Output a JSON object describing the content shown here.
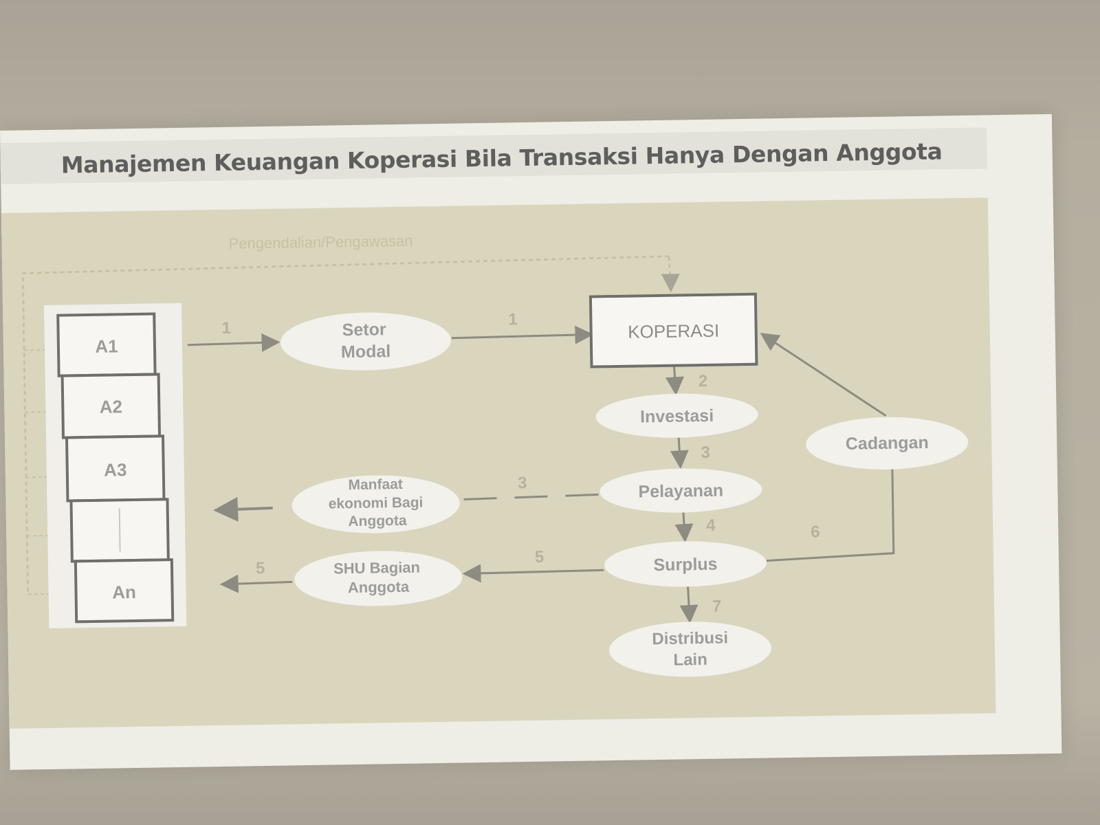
{
  "title": "Manajemen Keuangan Koperasi Bila Transaksi Hanya Dengan Anggota",
  "control_label": "Pengendalian/Pengawasan",
  "members": [
    "A1",
    "A2",
    "A3",
    "",
    "An"
  ],
  "nodes": {
    "koperasi": "KOPERASI",
    "setor_modal": [
      "Setor",
      "Modal"
    ],
    "investasi": "Investasi",
    "pelayanan": "Pelayanan",
    "surplus": "Surplus",
    "cadangan": "Cadangan",
    "distribusi_lain": [
      "Distribusi",
      "Lain"
    ],
    "manfaat": [
      "Manfaat",
      "ekonomi Bagi",
      "Anggota"
    ],
    "shu": [
      "SHU Bagian",
      "Anggota"
    ]
  },
  "step_numbers": {
    "members_to_setor": "1",
    "setor_to_koperasi": "1",
    "koperasi_to_investasi": "2",
    "investasi_to_pelayanan": "3",
    "pelayanan_to_manfaat": "3",
    "pelayanan_to_surplus": "4",
    "surplus_to_shu": "5",
    "shu_to_members": "5",
    "surplus_to_cadangan": "6",
    "surplus_to_distribusi": "7"
  },
  "colors": {
    "panel": "#d9d6bd",
    "box_border": "#777774",
    "ellipse_fill": "#f2f1ec",
    "text": "#9c9c98",
    "arrow": "#8d8b82",
    "dotted": "#c7c1a3"
  }
}
